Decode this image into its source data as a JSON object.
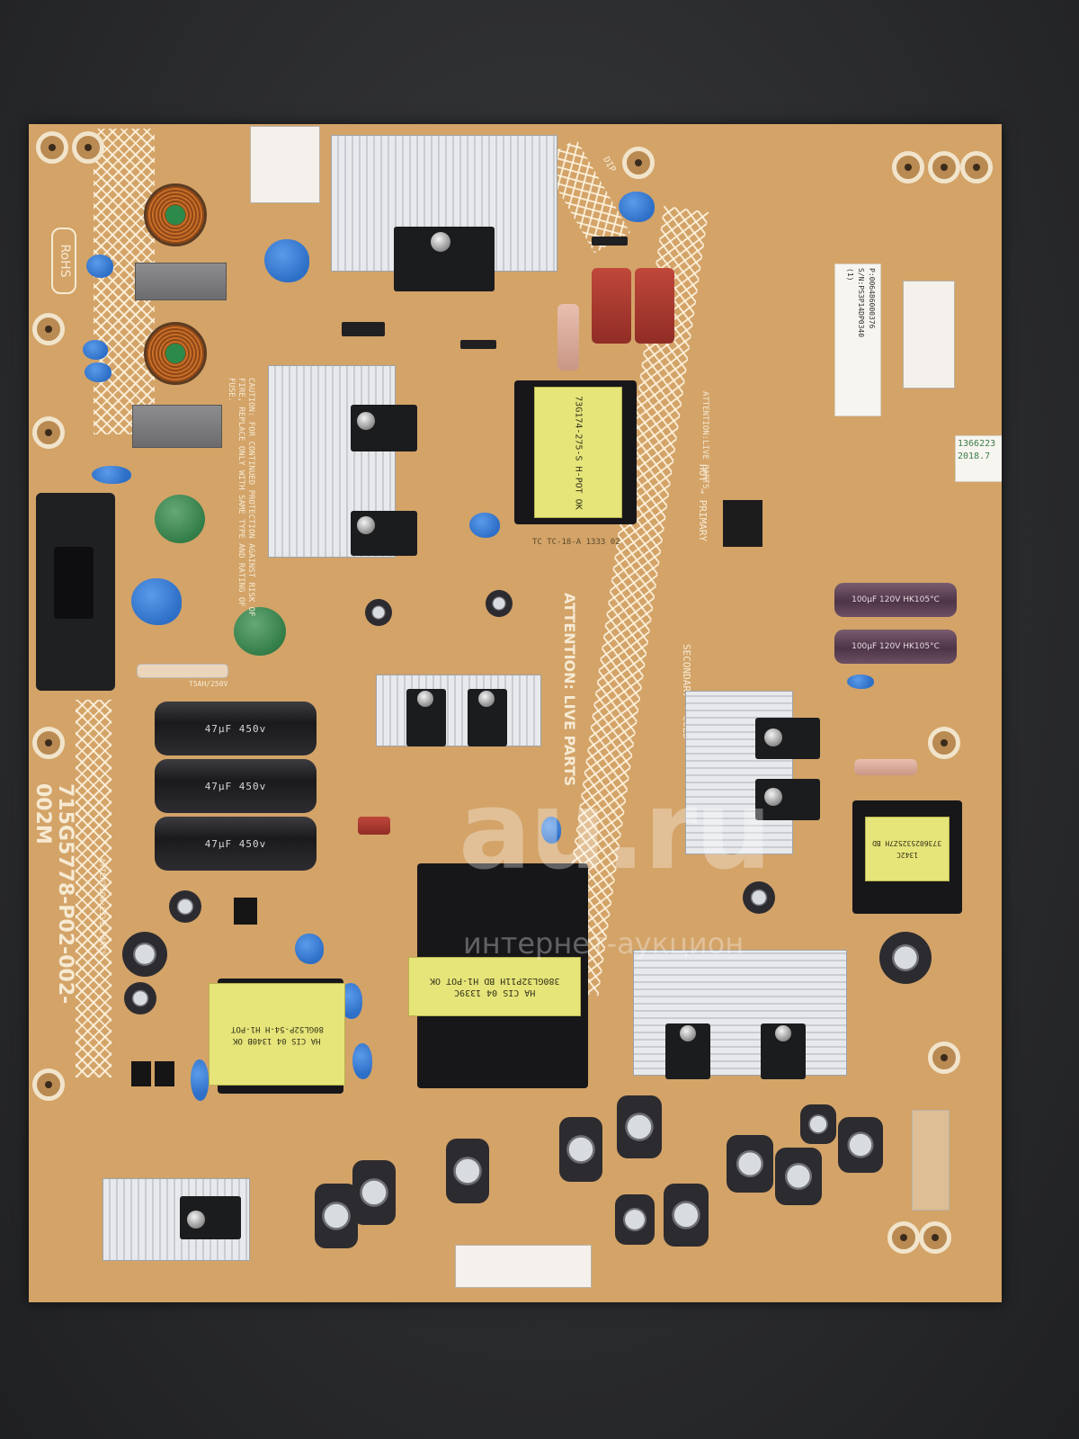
{
  "board": {
    "part_number": "715G5778-P02-002-002M",
    "rohs": "RoHS",
    "caution_text": "CAUTION: FOR CONTINUED PROTECTION AGAINST RISK OF FIRE, REPLACE ONLY WITH SAME TYPE AND RATING OF FUSE.",
    "attention_live_parts": "ATTENTION: LIVE PARTS",
    "attention_live_parts_small": "ATTENTION:LIVE PARTS",
    "hot_primary": "HOT → PRIMARY",
    "secondary_cold": "SECONDARY → COLD",
    "fuse_rating": "T5AH/250V",
    "dip_label": "DIP"
  },
  "parts": {
    "bulk_cap_text": "47μF 450v",
    "bulk_cap_head": "105°C  PWM",
    "pfc_choke_text": [
      "73G174-275-S  H-POT OK",
      "TC  TC-18-A  1333  02"
    ],
    "main_xfmr_text": [
      "380GL32P11H  BD  H1-POT OK",
      "HA  CIS 04  1339C"
    ],
    "aux_xfmr_text": [
      "80GL52P-54-H  H1-POT",
      "HA  CIS 04  1340B  OK"
    ],
    "small_xfmr_text": [
      "3736025325Z7H  BD",
      "1342C"
    ],
    "purple_cap_text": "100µF 120V  HK105°C",
    "white_label_lines": [
      "P:006486000376",
      "S/N:PS3P14DP0340",
      "(1)"
    ],
    "sticker_lines": [
      "1366223",
      "2018.7"
    ]
  },
  "watermark": {
    "logo": "au.ru",
    "tagline": "интернет-аукцион"
  }
}
